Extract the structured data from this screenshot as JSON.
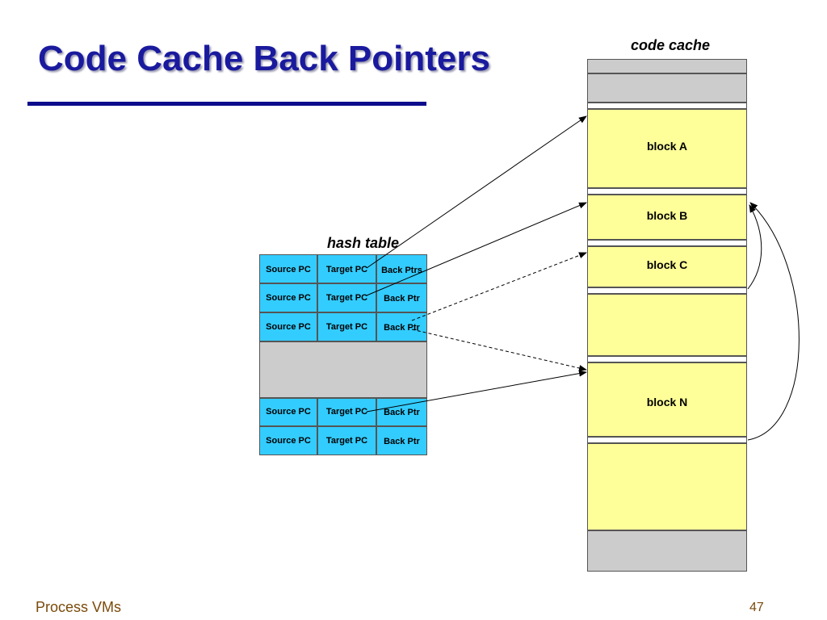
{
  "title": "Code Cache Back Pointers",
  "code_cache": {
    "label": "code cache",
    "blocks": {
      "a": "block A",
      "b": "block B",
      "c": "block C",
      "n": "block N"
    }
  },
  "hash_table": {
    "label": "hash table",
    "rows": [
      {
        "source": "Source PC",
        "target": "Target PC",
        "back": "Back Ptrs"
      },
      {
        "source": "Source PC",
        "target": "Target PC",
        "back": "Back Ptr"
      },
      {
        "source": "Source PC",
        "target": "Target PC",
        "back": "Back Ptr"
      },
      {
        "source": "Source PC",
        "target": "Target PC",
        "back": "Back Ptr"
      },
      {
        "source": "Source PC",
        "target": "Target PC",
        "back": "Back Ptr"
      }
    ]
  },
  "footer": {
    "left": "Process VMs",
    "page": "47"
  },
  "colors": {
    "title": "#1a1a9e",
    "cell": "#33ccff",
    "block": "#ffff99",
    "gray": "#cccccc",
    "footer": "#7a4a0a"
  }
}
